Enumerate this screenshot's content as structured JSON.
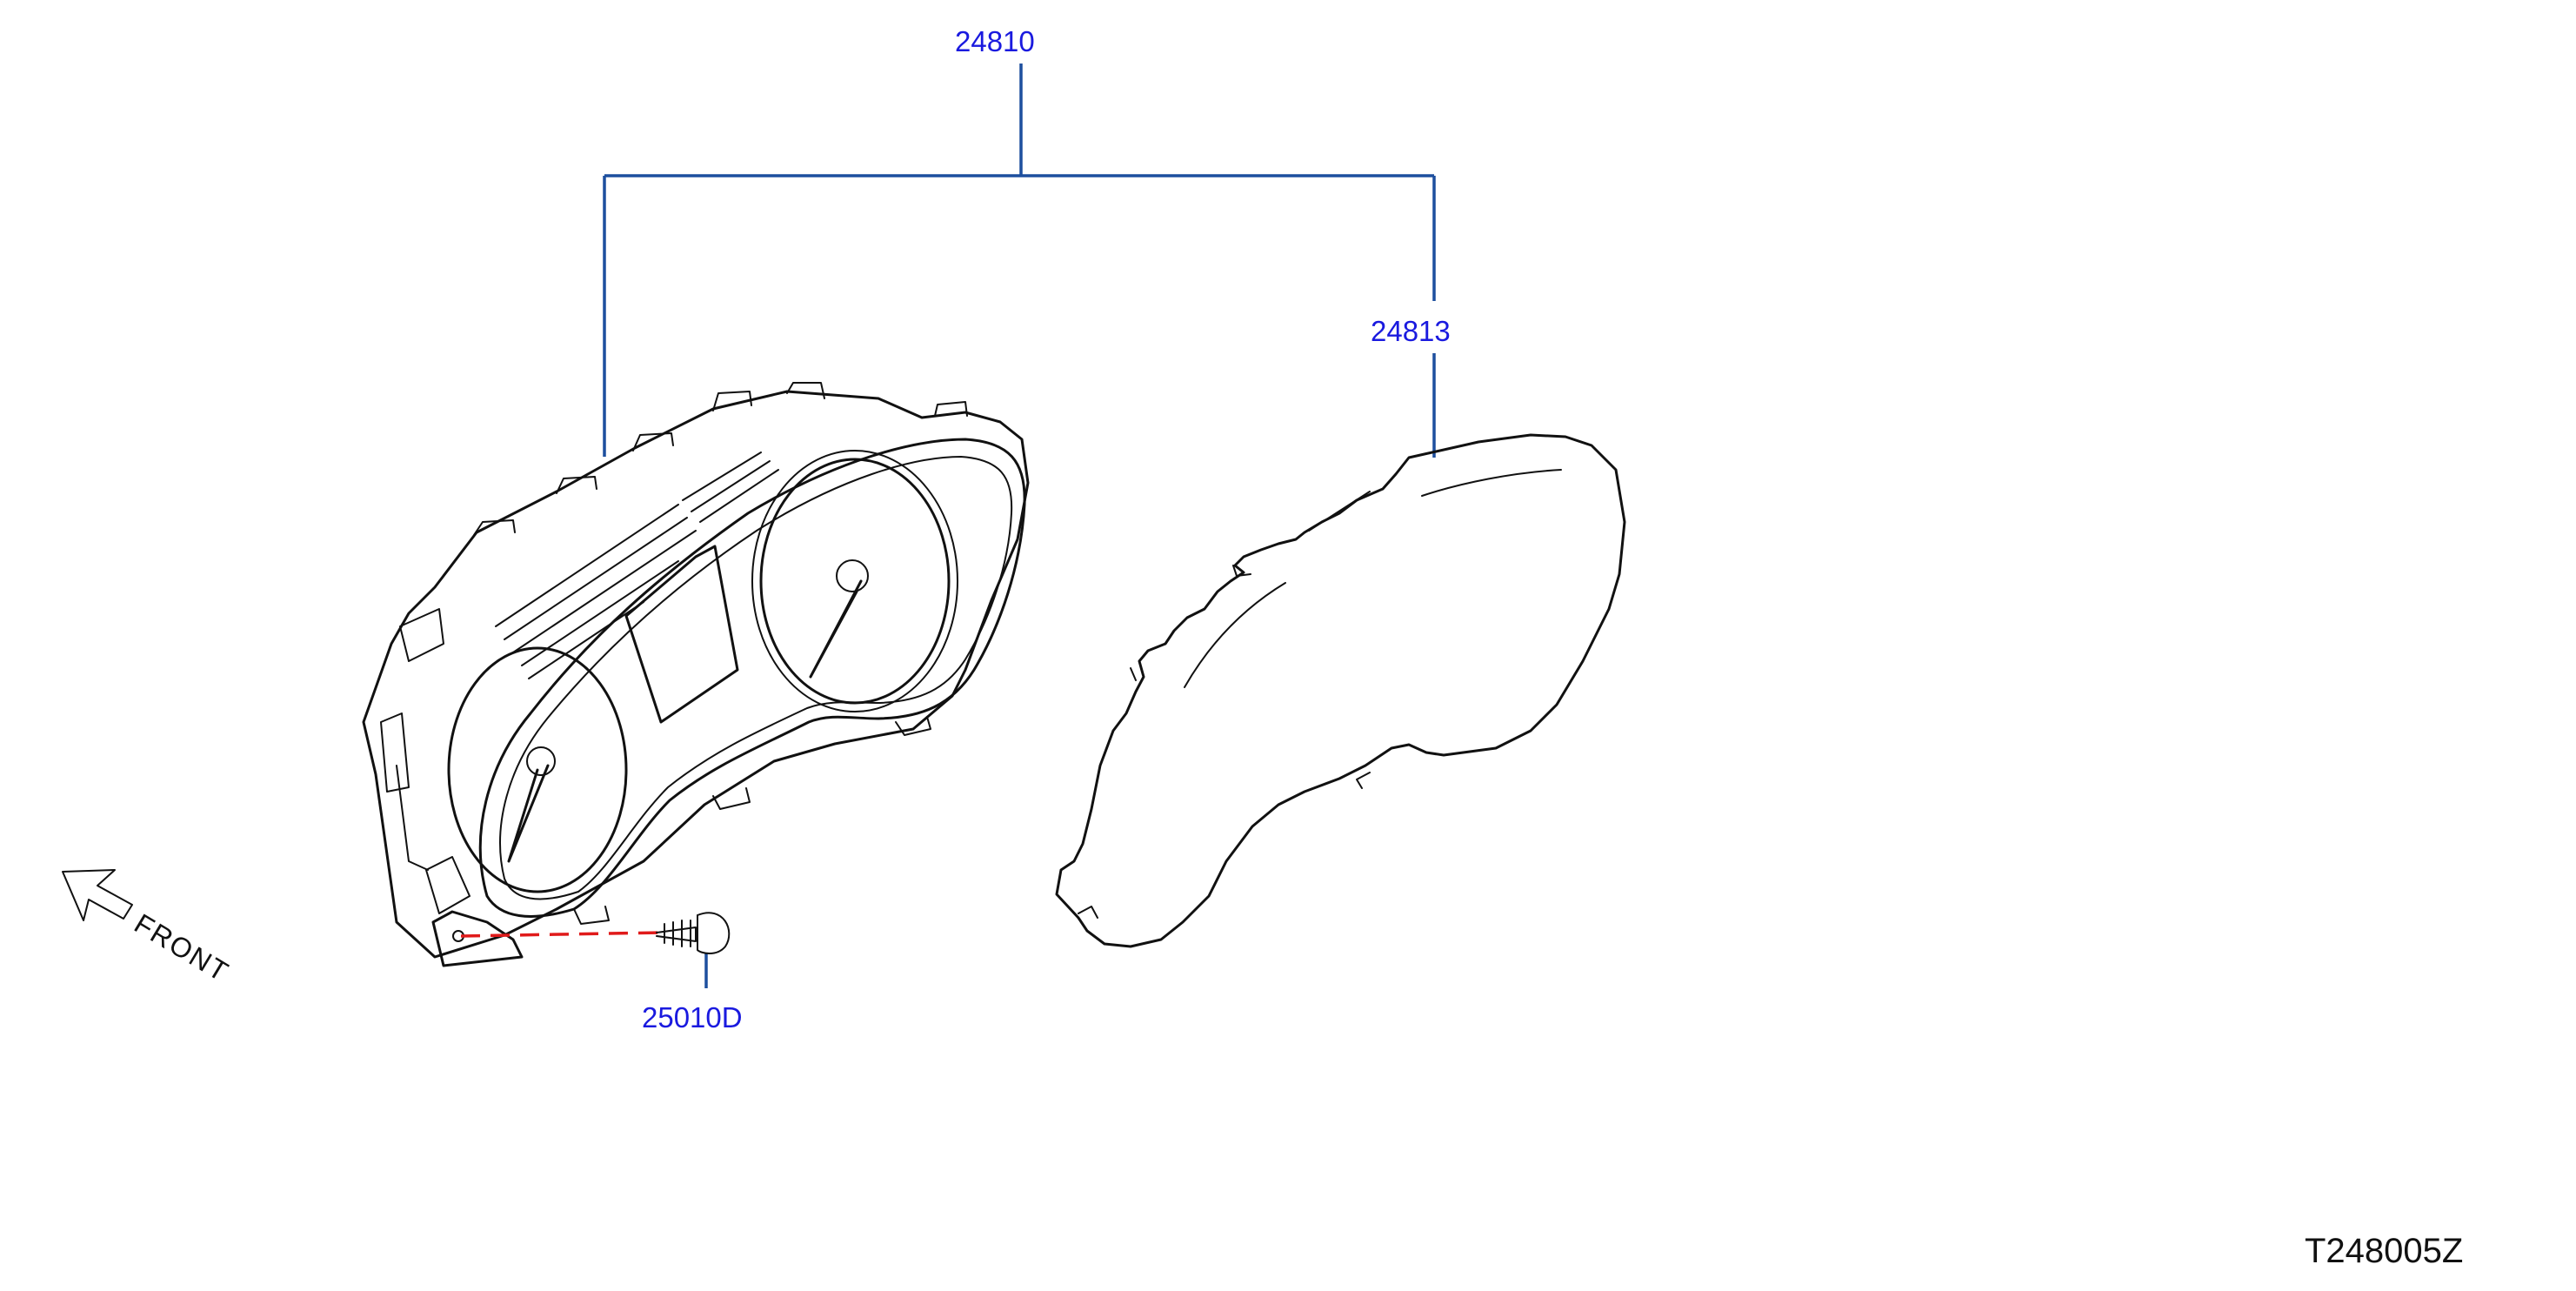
{
  "parts": {
    "assembly": "24810",
    "lens": "24813",
    "screw": "25010D"
  },
  "direction": {
    "label": "FRONT",
    "icon": "front-arrow-icon"
  },
  "diagram_code": "T248005Z",
  "colors": {
    "label_text": "#1a1adf",
    "leader_line": "#1d4f9e",
    "alignment_line": "#e01a1a",
    "line_art": "#111111"
  }
}
